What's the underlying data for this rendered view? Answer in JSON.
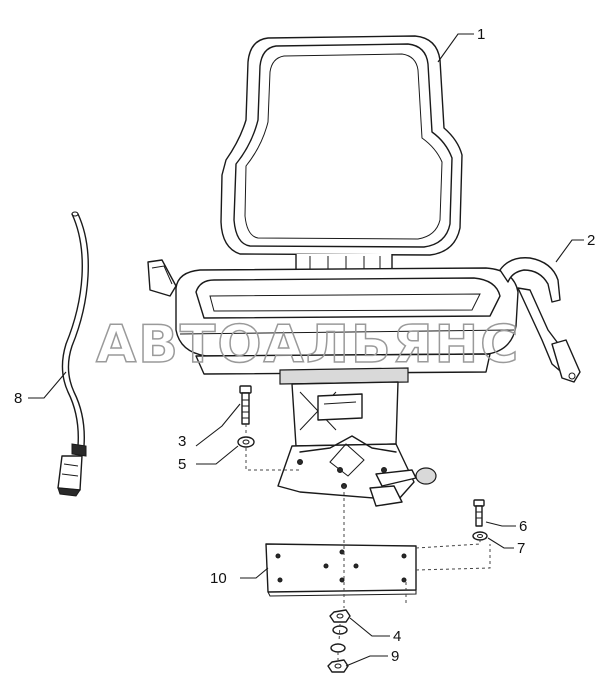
{
  "watermark": "АВТОАЛЬЯНС",
  "callouts": [
    "1",
    "2",
    "3",
    "4",
    "5",
    "6",
    "7",
    "8",
    "9",
    "10"
  ]
}
